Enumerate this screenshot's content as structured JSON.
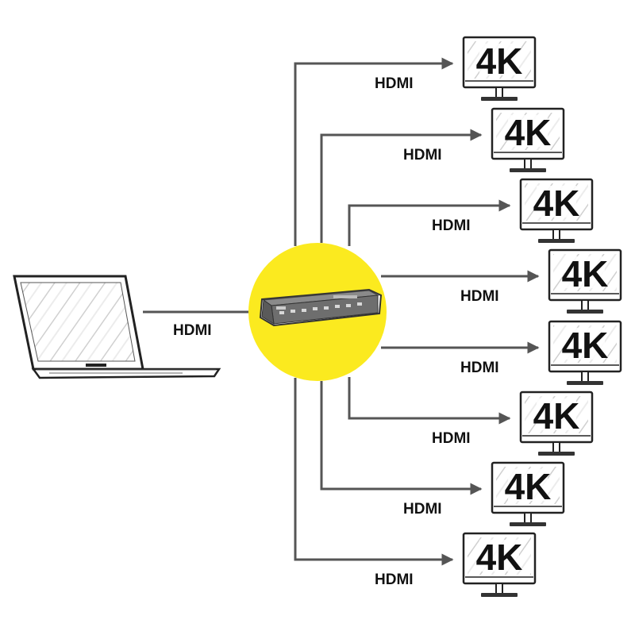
{
  "source": {
    "name": "laptop",
    "cable_label": "HDMI"
  },
  "hub": {
    "name": "hdmi-splitter",
    "highlight_color": "#FBEA1F"
  },
  "outputs": [
    {
      "cable_label": "HDMI",
      "resolution": "4K"
    },
    {
      "cable_label": "HDMI",
      "resolution": "4K"
    },
    {
      "cable_label": "HDMI",
      "resolution": "4K"
    },
    {
      "cable_label": "HDMI",
      "resolution": "4K"
    },
    {
      "cable_label": "HDMI",
      "resolution": "4K"
    },
    {
      "cable_label": "HDMI",
      "resolution": "4K"
    },
    {
      "cable_label": "HDMI",
      "resolution": "4K"
    },
    {
      "cable_label": "HDMI",
      "resolution": "4K"
    }
  ],
  "colors": {
    "line": "#555555",
    "text": "#111111",
    "highlight": "#FBEA1F"
  }
}
